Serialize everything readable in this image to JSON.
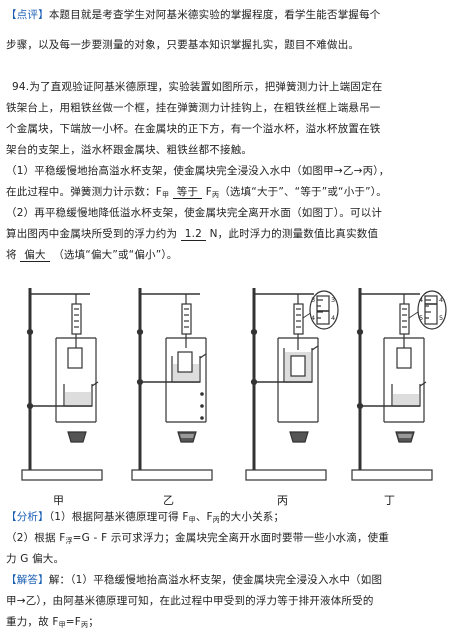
{
  "comment": {
    "tag": "【点评】",
    "line1": "本题目就是考查学生对阿基米德实验的掌握程度，看学生能否掌握每个",
    "line2": "步骤，以及每一步要测量的对象，只要基本知识掌握扎实，题目不难做出。"
  },
  "question": {
    "number": "94.",
    "line1": "为了直观验证阿基米德原理，实验装置如图所示，把弹簧测力计上端固定在",
    "line2": "铁架台上，用粗铁丝做一个框，挂在弹簧测力计挂钩上，在粗铁丝框上端悬吊一",
    "line3": "个金属块，下端放一小杯。在金属块的正下方，有一个溢水杯，溢水杯放置在铁",
    "line4": "架台的支架上，溢水杯跟金属块、粗铁丝都不接触。",
    "part1_a": "（1）平稳缓慢地抬高溢水杯支架，使金属块完全浸没入水中（如图甲→乙→丙），",
    "part1_b": "在此过程中。弹簧测力计示数：F",
    "sub_jia": "甲",
    "sub_bing": "丙",
    "part1_answer": "等于",
    "part1_c": "F",
    "part1_d": "（选填“大于”、“等于”或“小于”）。",
    "part2_a": "（2）再平稳缓慢地降低溢水杯支架，使金属块完全离开水面（如图丁）。可以计",
    "part2_b": "算出图丙中金属块所受到的浮力约为",
    "part2_answer": "1.2",
    "part2_c": "N，此时浮力的测量数值比真实数值",
    "part2_d": "将",
    "part2_answer2": "偏大",
    "part2_e": "（选填“偏大”或“偏小”）。"
  },
  "figure": {
    "labels": [
      "甲",
      "乙",
      "丙",
      "丁"
    ],
    "scale_bing": [
      "3",
      "4"
    ],
    "scale_ding": [
      "4",
      "5"
    ]
  },
  "analysis": {
    "tag": "【分析】",
    "line1": "（1）根据阿基米德原理可得 F",
    "line1_end": "的大小关系；",
    "line2": "（2）根据 F",
    "line2_mid": "=G - F 示可求浮力；金属块完全离开水面时要带一些小水滴，使重",
    "line3": "力 G 偏大。",
    "sub_fu": "浮",
    "comma": "、F"
  },
  "solution": {
    "tag": "【解答】",
    "line1": "解：（1）平稳缓慢地抬高溢水杯支架，使金属块完全浸没入水中（如图",
    "line2": "甲→乙），由阿基米德原理可知，在此过程中甲受到的浮力等于排开液体所受的",
    "line3": "重力，故 F",
    "line3_end": "=F",
    "line3_tail": "；"
  }
}
